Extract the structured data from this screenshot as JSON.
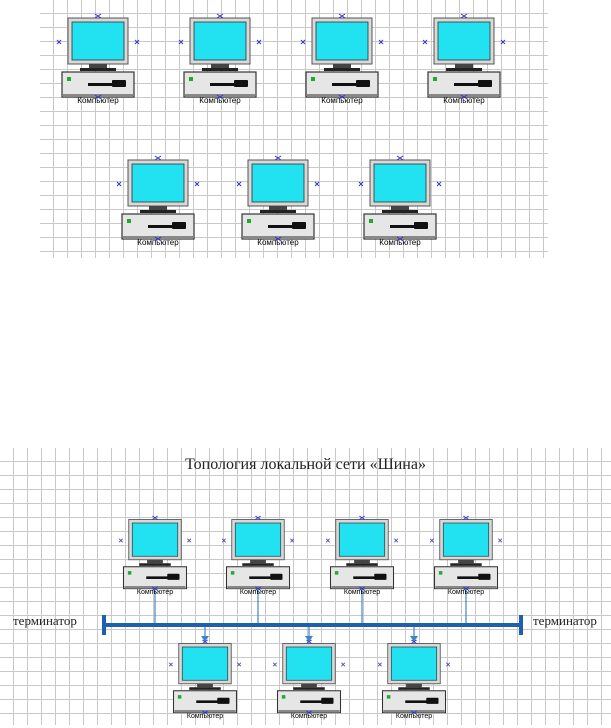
{
  "computer_label": "Компьютер",
  "title": "Топология локальной сети «Шина»",
  "terminator_left": "терминатор",
  "terminator_right": "терминатор",
  "colors": {
    "screen": "#22e1f0",
    "bus": "#1f5fb0",
    "connection_marker": "#3333cc",
    "grid": "#c9c9c9",
    "power_led": "#1faa2a"
  }
}
